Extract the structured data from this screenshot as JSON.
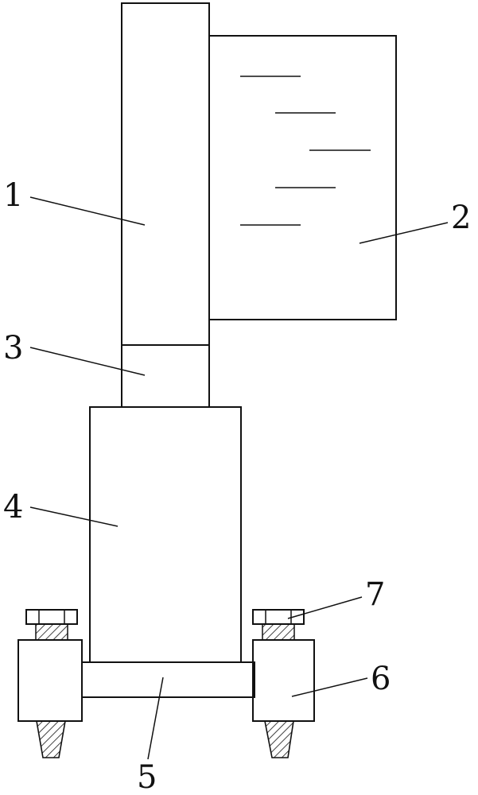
{
  "labels": {
    "part1": "1",
    "part2": "2",
    "part3": "3",
    "part4": "4",
    "part5": "5",
    "part6": "6",
    "part7": "7"
  },
  "colors": {
    "line": "#111111",
    "background": "#ffffff"
  }
}
